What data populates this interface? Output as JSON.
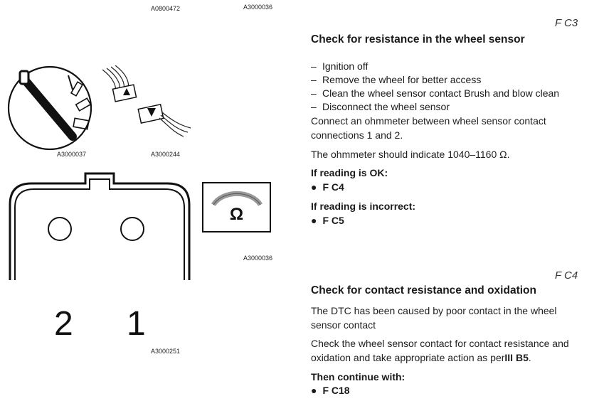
{
  "figure_codes": {
    "top_left": "A0800472",
    "top_mid": "A3000036",
    "ignition": "A3000037",
    "connector": "A3000244",
    "ohmmeter": "A3000036",
    "sensor_contact": "A3000251"
  },
  "meter_symbol": "Ω",
  "pins": {
    "left": "2",
    "right": "1"
  },
  "fc3": {
    "code": "F C3",
    "heading": "Check for resistance in the wheel sensor",
    "steps": [
      "Ignition off",
      "Remove the wheel for better access",
      "Clean the wheel sensor contact Brush and blow clean",
      "Disconnect the wheel sensor"
    ],
    "connect_text": "Connect an ohmmeter between wheel sensor contact connections 1 and 2.",
    "indicate_text": "The ohmmeter should indicate 1040–1160 Ω.",
    "ok_label": "If reading is OK:",
    "ok_target": "F C4",
    "bad_label": "If reading is incorrect:",
    "bad_target": "F C5"
  },
  "fc4": {
    "code": "F C4",
    "heading": "Check for contact resistance and oxidation",
    "cause_text": "The DTC has been caused by poor contact in the wheel sensor contact",
    "check_text_1": "Check the wheel sensor contact for contact resistance and oxidation and take appropriate action as per",
    "check_ref": "III B5",
    "check_text_end": ".",
    "continue_label": "Then continue with:",
    "continue_target": "F C18"
  }
}
